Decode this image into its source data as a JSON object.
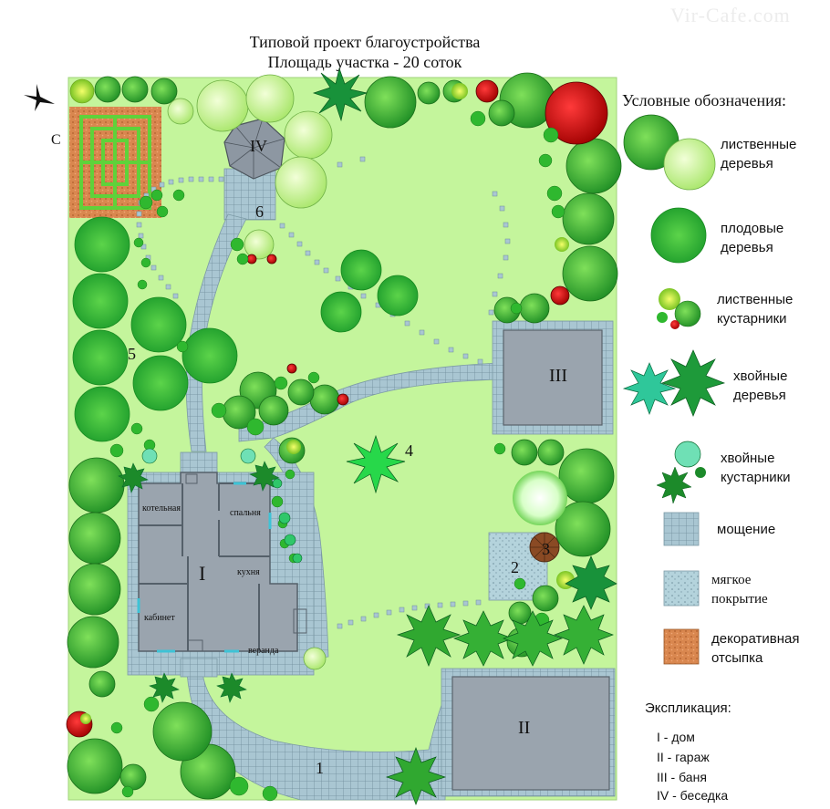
{
  "title": {
    "line1": "Типовой проект благоустройства",
    "line2": "Площадь участка - 20 соток"
  },
  "watermark": "Vir-Cafe.com",
  "compass_label": "С",
  "rooms": {
    "boiler": "котельная",
    "bedroom": "спальня",
    "kitchen": "кухня",
    "study": "кабинет",
    "veranda": "веранда"
  },
  "buildings": {
    "house": "I",
    "garage": "II",
    "bath": "III",
    "gazebo": "IV"
  },
  "markers": {
    "m1": "1",
    "m2": "2",
    "m3": "3",
    "m4": "4",
    "m5": "5",
    "m6": "6"
  },
  "legend": {
    "title": "Условные обозначения:",
    "items": [
      {
        "line1": "лиственные",
        "line2": "деревья"
      },
      {
        "line1": "плодовые",
        "line2": "деревья"
      },
      {
        "line1": "лиственные",
        "line2": "кустарники"
      },
      {
        "line1": "хвойные",
        "line2": "деревья"
      },
      {
        "line1": "хвойные",
        "line2": "кустарники"
      },
      {
        "line1": "мощение",
        "line2": ""
      },
      {
        "line1": "мягкое",
        "line2": "покрытие"
      },
      {
        "line1": "декоративная",
        "line2": "отсыпка"
      }
    ]
  },
  "explication": {
    "title": "Экспликация:",
    "items": [
      "I - дом",
      "II - гараж",
      "III - баня",
      "IV - беседка"
    ]
  },
  "colors": {
    "lawn": "#c4f59c",
    "paving": "#a9c6d2",
    "building": "#9aa4ae",
    "soft_cover": "#b4d3dc",
    "gravel": "#d9874f",
    "deciduous_tree": "#2ea82e",
    "fruit_tree": "#3cc23c",
    "conifer": "#1e9a3a",
    "red_shrub": "#9b1414"
  }
}
